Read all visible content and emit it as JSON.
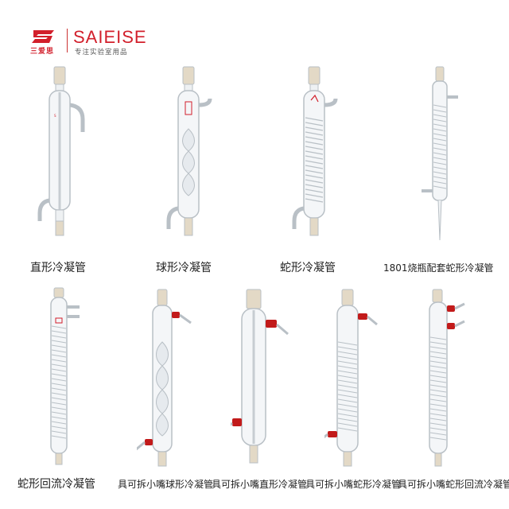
{
  "brand": {
    "logo_text": "三爱思",
    "name": "SAIEISE",
    "slogan": "专注实验室用品",
    "accent": "#d21f2b"
  },
  "products": [
    {
      "caption": "直形冷凝管",
      "type": "straight"
    },
    {
      "caption": "球形冷凝管",
      "type": "bulb"
    },
    {
      "caption": "蛇形冷凝管",
      "type": "coil"
    },
    {
      "caption": "1801烧瓶配套蛇形冷凝管",
      "type": "coil-thin"
    },
    {
      "caption": "蛇形回流冷凝管",
      "type": "coil-reflux"
    },
    {
      "caption": "具可拆小嘴球形冷凝管",
      "type": "bulb-detachable"
    },
    {
      "caption": "具可拆小嘴直形冷凝管",
      "type": "straight-detachable"
    },
    {
      "caption": "具可拆小嘴蛇形冷凝管",
      "type": "coil-detachable"
    },
    {
      "caption": "具可拆小嘴蛇形回流冷凝管",
      "type": "coil-reflux-detachable"
    }
  ],
  "colors": {
    "glass": "#b9c0c6",
    "joint": "#e3d9c6",
    "cap": "#c21a1a",
    "mark": "#d21f2b"
  }
}
